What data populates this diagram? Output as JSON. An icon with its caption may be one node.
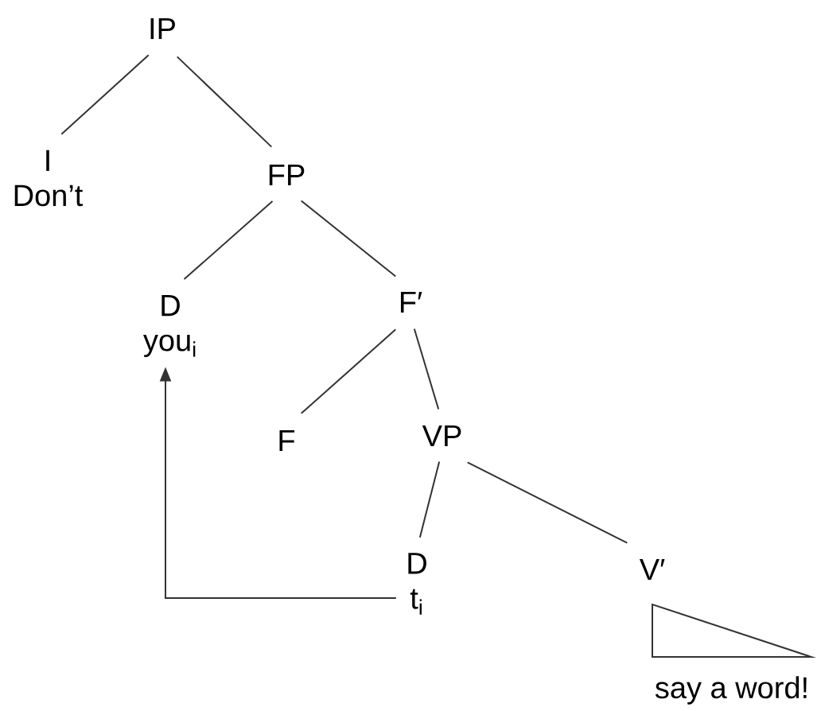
{
  "diagram": {
    "nodes": [
      {
        "text": [
          "IP"
        ]
      },
      {
        "text": [
          "I",
          "Don’t"
        ]
      },
      {
        "text": [
          "FP"
        ]
      },
      {
        "text": [
          "D",
          "you$_{i}$"
        ]
      },
      {
        "text": [
          "F′"
        ]
      },
      {
        "text": [
          "F"
        ]
      },
      {
        "text": [
          "VP"
        ]
      },
      {
        "text": [
          "D",
          "t$_{i}$"
        ]
      },
      {
        "text": [
          "V′"
        ]
      },
      {
        "text": [
          "say a word!"
        ]
      }
    ],
    "edges": [
      {
        "from": 0,
        "to": 1,
        "arrow": "none"
      },
      {
        "from": 0,
        "to": 2,
        "arrow": "none"
      },
      {
        "from": 2,
        "to": 3,
        "arrow": "none"
      },
      {
        "from": 2,
        "to": 4,
        "arrow": "none"
      },
      {
        "from": 4,
        "to": 5,
        "arrow": "none"
      },
      {
        "from": 4,
        "to": 6,
        "arrow": "none"
      },
      {
        "from": 6,
        "to": 7,
        "arrow": "none"
      },
      {
        "from": 6,
        "to": 8,
        "arrow": "none"
      },
      {
        "from": 7,
        "to": 3,
        "arrow": "to"
      }
    ]
  }
}
